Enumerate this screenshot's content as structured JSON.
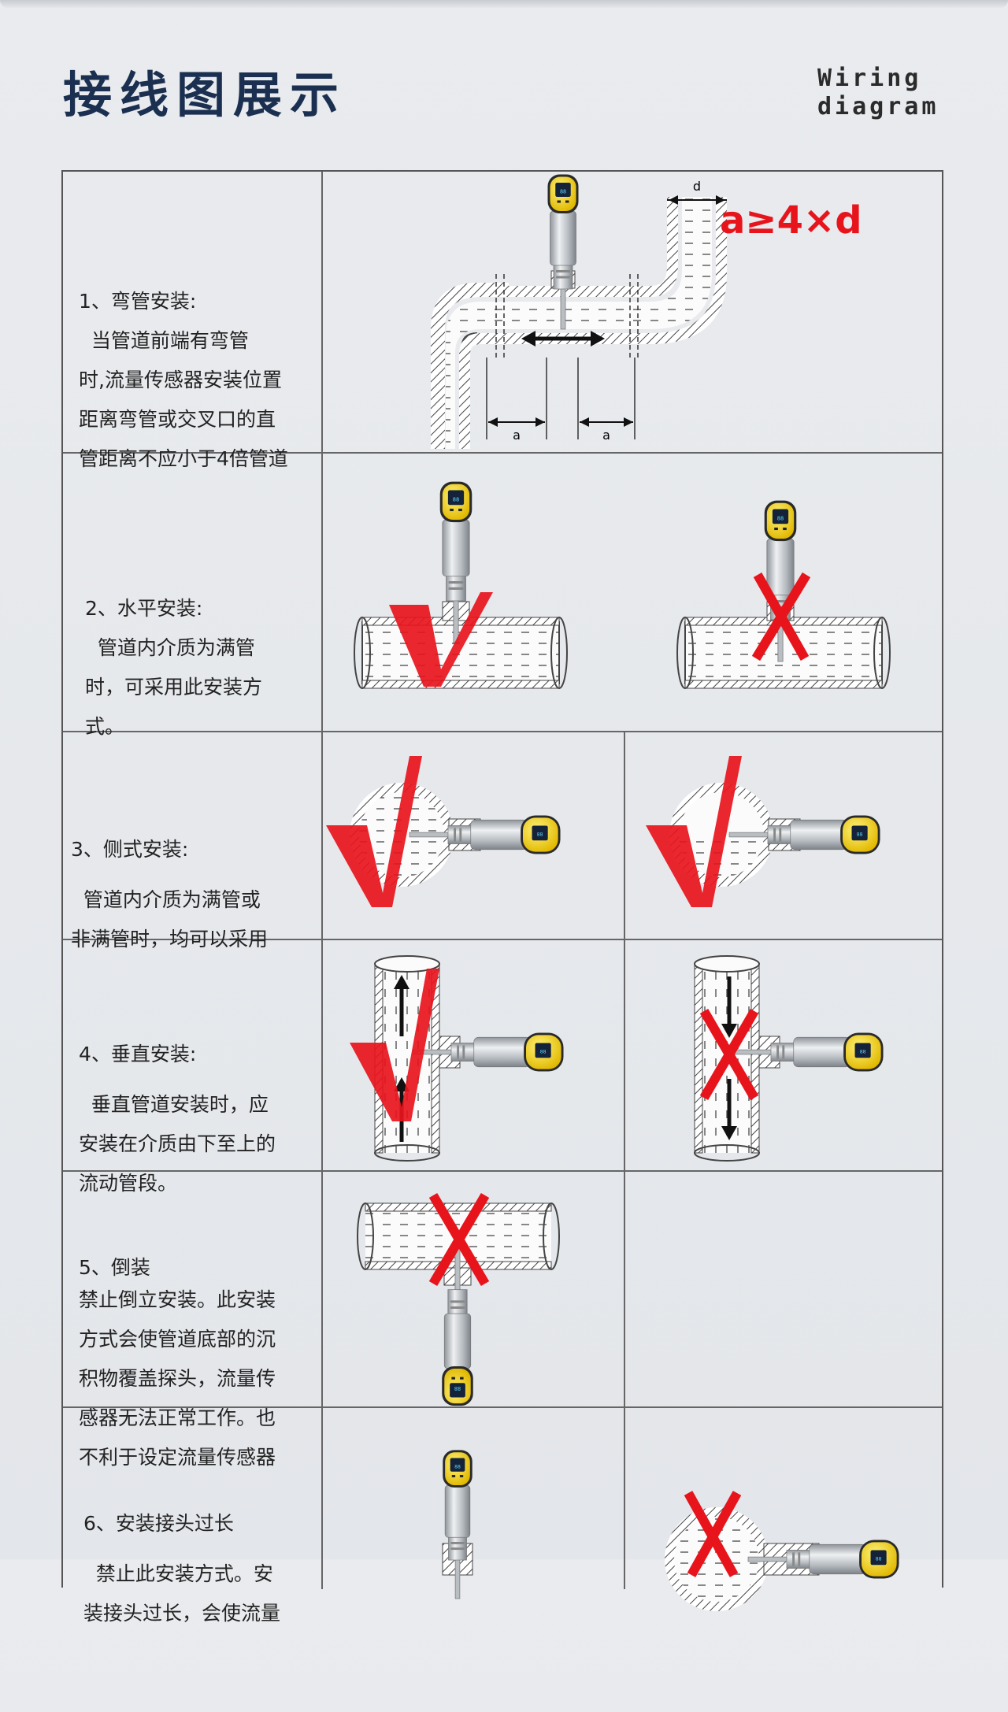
{
  "header": {
    "title": "接线图展示",
    "subtitle": "Wiring diagram"
  },
  "rows": [
    {
      "heading": "1、弯管安装:",
      "body": "  当管道前端有弯管\n时,流量传感器安装位置\n距离弯管或交叉口的直\n管距离不应小于4倍管道",
      "formula": "a≥4×d",
      "dim_d": "d",
      "dim_a": "a"
    },
    {
      "heading": "2、水平安装:",
      "body": "  管道内介质为满管\n时，可采用此安装方\n式。"
    },
    {
      "heading": "3、侧式安装:",
      "body": "  管道内介质为满管或\n非满管时，均可以采用"
    },
    {
      "heading": "4、垂直安装:",
      "body": "  垂直管道安装时，应\n安装在介质由下至上的\n流动管段。"
    },
    {
      "heading": "5、倒装",
      "body": "禁止倒立安装。此安装\n方式会使管道底部的沉\n积物覆盖探头，流量传\n感器无法正常工作。也\n不利于设定流量传感器"
    },
    {
      "heading": "6、安装接头过长",
      "body": "  禁止此安装方式。安\n装接头过长，会使流量"
    }
  ],
  "colors": {
    "title": "#1b3050",
    "mark_red": "#e8141c",
    "sensor_yellow": "#f2d21a",
    "steel": "#c8ccd0",
    "grid_line": "#666666"
  },
  "icons": [
    "check-mark-icon",
    "cross-mark-icon",
    "flow-arrow-icon",
    "flow-sensor-icon",
    "pipe-icon"
  ]
}
